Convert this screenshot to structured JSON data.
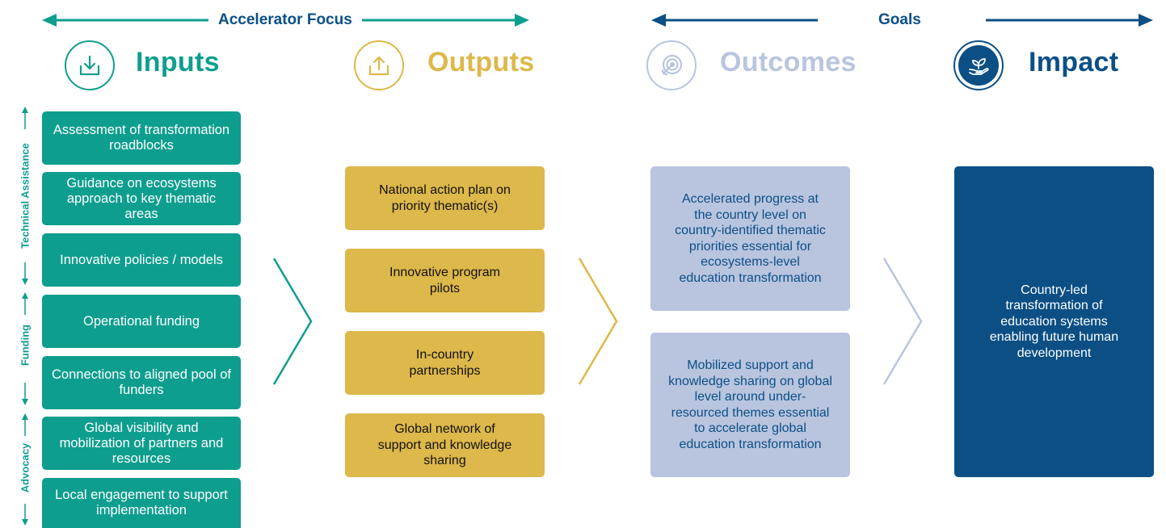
{
  "header": {
    "accelerator_focus": "Accelerator Focus",
    "goals": "Goals"
  },
  "columns": {
    "inputs": {
      "title": "Inputs",
      "color": "#0e9e8e",
      "icon": "download-tray-icon"
    },
    "outputs": {
      "title": "Outputs",
      "color": "#ddb84a",
      "icon": "upload-tray-icon"
    },
    "outcomes": {
      "title": "Outcomes",
      "color": "#b9c5df",
      "icon": "target-icon"
    },
    "impact": {
      "title": "Impact",
      "color": "#0b4f85",
      "icon": "hand-plant-icon"
    }
  },
  "side_labels": [
    "Technical Assistance",
    "Funding",
    "Advocacy"
  ],
  "inputs": [
    "Assessment of transformation roadblocks",
    "Guidance on ecosystems approach to key thematic areas",
    "Innovative policies / models",
    "Operational funding",
    "Connections to aligned pool of funders",
    "Global visibility and mobilization of partners and resources",
    "Local engagement to support implementation"
  ],
  "outputs": [
    "National action plan on priority thematic(s)",
    "Innovative program pilots",
    "In-country partnerships",
    "Global network of support and knowledge sharing"
  ],
  "outcomes": [
    "Accelerated progress at the country level on country-identified thematic priorities essential for ecosystems-level education transformation",
    "Mobilized support and knowledge sharing on global level around under-resourced themes essential to accelerate global education transformation"
  ],
  "impact": "Country-led transformation of education systems enabling future human development",
  "colors": {
    "teal": "#0e9e8e",
    "gold": "#ddb84a",
    "light_blue": "#b9c5df",
    "navy": "#0b4f85"
  }
}
